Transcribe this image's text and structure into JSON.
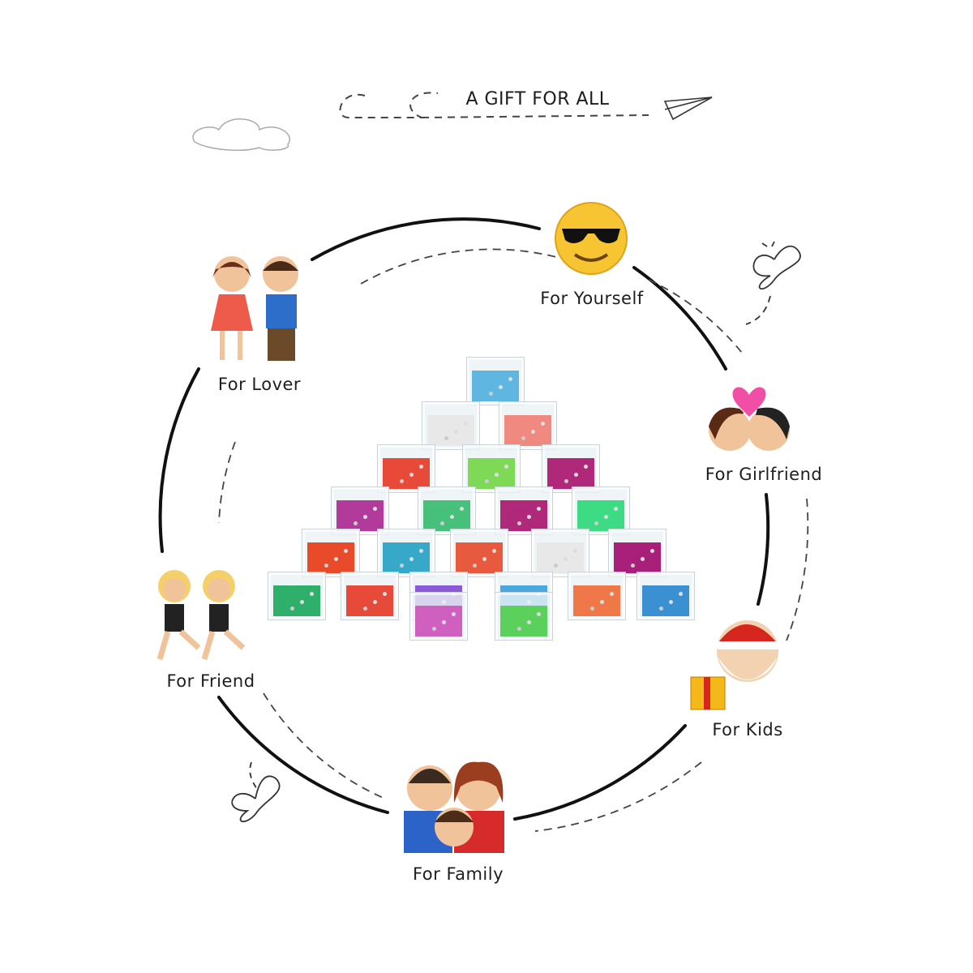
{
  "header": {
    "title": "A GIFT FOR ALL"
  },
  "recipients": [
    {
      "label": "For Yourself",
      "icon": "sunglasses-smiley-icon"
    },
    {
      "label": "For Girlfriend",
      "icon": "kissing-couple-icon"
    },
    {
      "label": "For Kids",
      "icon": "santa-gift-icon"
    },
    {
      "label": "For Family",
      "icon": "family-icon"
    },
    {
      "label": "For Friend",
      "icon": "dancing-friends-icon"
    },
    {
      "label": "For Lover",
      "icon": "couple-holding-hands-icon"
    }
  ]
}
